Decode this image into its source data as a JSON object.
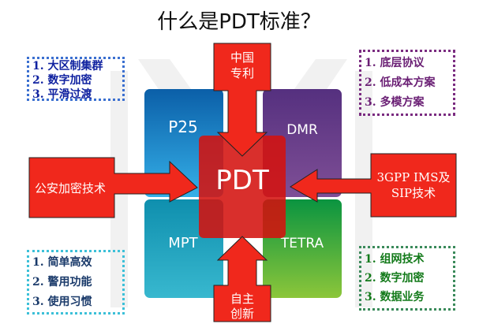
{
  "title": "什么是PDT标准？",
  "center": "PDT",
  "standards": {
    "p25": "P25",
    "dmr": "DMR",
    "mpt": "MPT",
    "tetra": "TETRA"
  },
  "arrows": {
    "top": [
      "中国",
      "专利"
    ],
    "left": [
      "公安加密技术"
    ],
    "right": [
      "3GPP IMS及",
      "SIP技术"
    ],
    "bottom": [
      "自主",
      "创新"
    ]
  },
  "notes": {
    "p25": [
      "1.  大区制集群",
      "2.  数字加密",
      "3.  平滑过渡"
    ],
    "dmr": [
      "1.  底层协议",
      "2.  低成本方案",
      "3.  多模方案"
    ],
    "mpt": [
      "1.  简单高效",
      "2.  警用功能",
      "3.  使用习惯"
    ],
    "tetra": [
      "1.  组网技术",
      "2.  数字加密",
      "3.  数据业务"
    ]
  },
  "colors": {
    "arrow": "#f0281c",
    "p25": "#1a7cc4",
    "dmr": "#6a3f8f",
    "mpt": "#1aa6c0",
    "tetra": "#3aa83a",
    "pdt": "#d4120f"
  }
}
